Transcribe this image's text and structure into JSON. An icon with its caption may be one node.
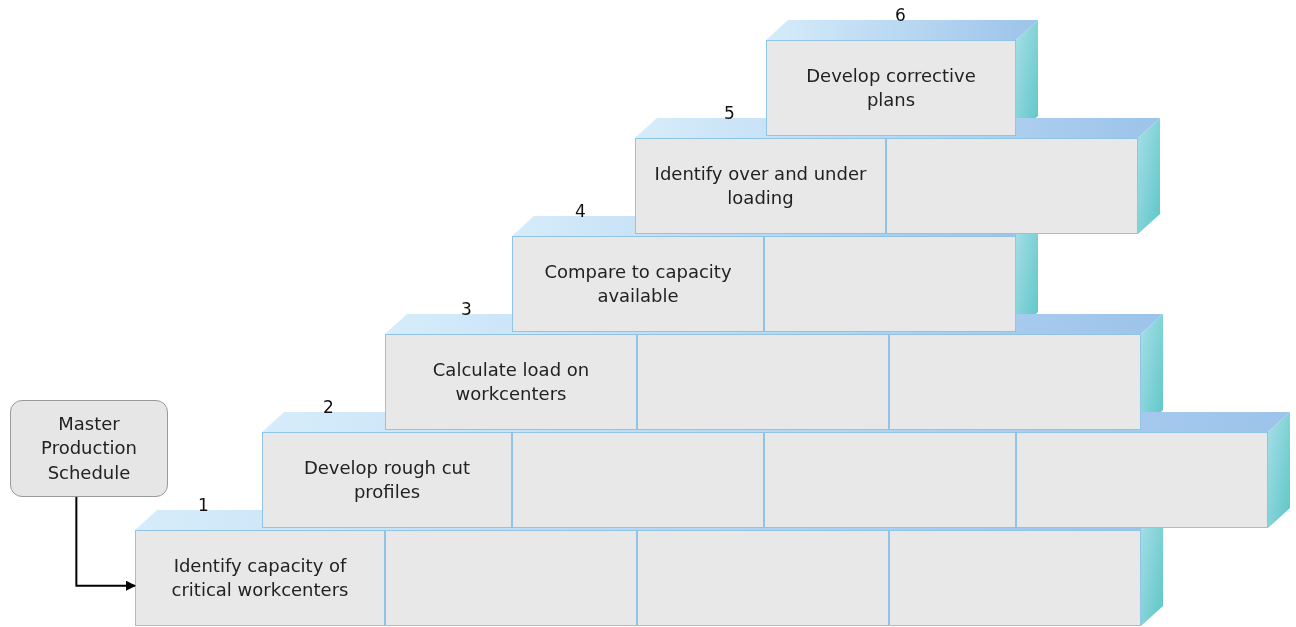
{
  "diagram": {
    "nodes": [
      {
        "text": [
          "Master Production Schedule"
        ]
      },
      {
        "text": [
          "Identify capacity of critical workcenters"
        ],
        "beside": [
          "1"
        ]
      },
      {
        "text": [
          "Develop rough cut profiles"
        ],
        "beside": [
          "2"
        ]
      },
      {
        "text": [
          "Calculate load on workcenters"
        ],
        "beside": [
          "3"
        ]
      },
      {
        "text": [
          "Compare to capacity available"
        ],
        "beside": [
          "4"
        ]
      },
      {
        "text": [
          "Identify over and under loading"
        ],
        "beside": [
          "5"
        ]
      },
      {
        "text": [
          "Develop corrective plans"
        ],
        "beside": [
          "6"
        ]
      },
      {
        "text": [],
        "shape": "box"
      },
      {
        "text": [],
        "shape": "box"
      },
      {
        "text": [],
        "shape": "box"
      },
      {
        "text": [],
        "shape": "box"
      },
      {
        "text": [],
        "shape": "box"
      },
      {
        "text": [],
        "shape": "box"
      },
      {
        "text": [],
        "shape": "box"
      },
      {
        "text": [],
        "shape": "box"
      },
      {
        "text": [],
        "shape": "box"
      },
      {
        "text": [],
        "shape": "box"
      }
    ],
    "edges": [
      {
        "from": 0,
        "to": 1,
        "arrow": "to"
      }
    ]
  }
}
